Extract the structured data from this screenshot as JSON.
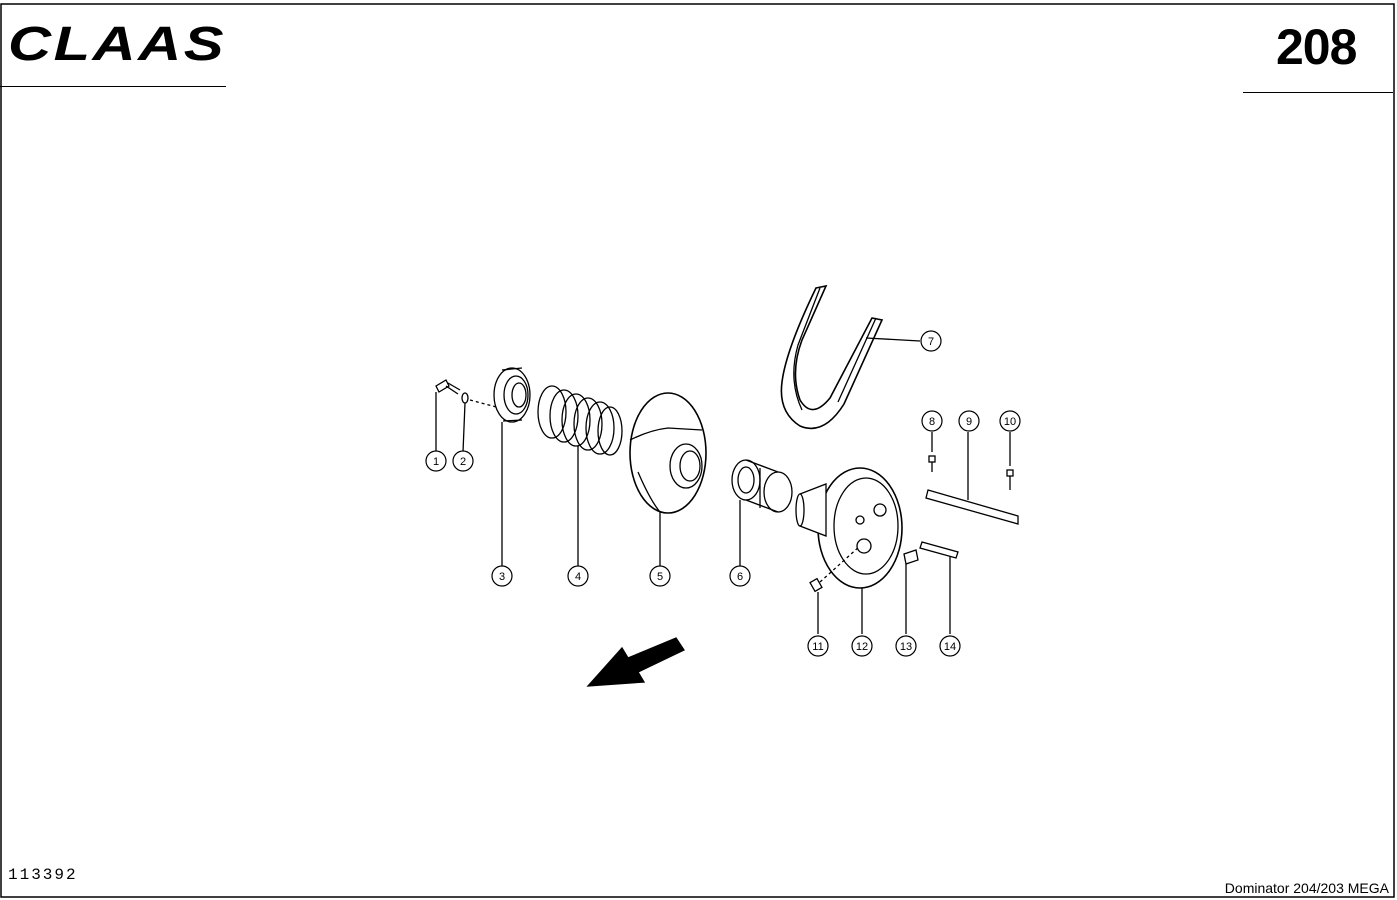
{
  "header": {
    "logo_text": "CLAAS",
    "page_number": "208"
  },
  "footer": {
    "drawing_number": "113392",
    "model": "Dominator 204/203 MEGA"
  },
  "callouts": [
    "1",
    "2",
    "3",
    "4",
    "5",
    "6",
    "7",
    "8",
    "9",
    "10",
    "11",
    "12",
    "13",
    "14"
  ]
}
